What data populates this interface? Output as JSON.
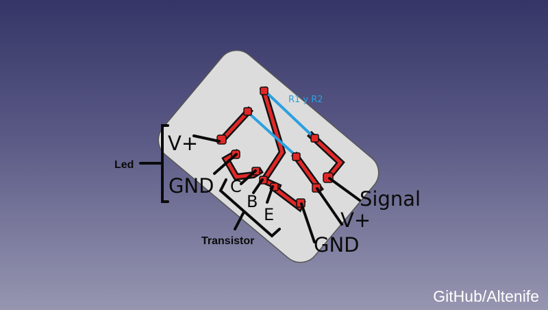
{
  "labels": {
    "resistors": "R1 y R2",
    "led_vplus": "V+",
    "led_gnd": "GND",
    "led_group": "Led",
    "collector": "C",
    "base": "B",
    "emitter": "E",
    "transistor_group": "Transistor",
    "signal": "Signal",
    "right_vplus": "V+",
    "right_gnd": "GND"
  },
  "watermark": "GitHub/Altenife",
  "colors": {
    "board": "#dcdcdc",
    "trace": "#e02828",
    "trace_outline": "#111111",
    "resistor_link": "#2aa0e0",
    "background_top": "#353567",
    "background_bottom": "#9696b1"
  }
}
